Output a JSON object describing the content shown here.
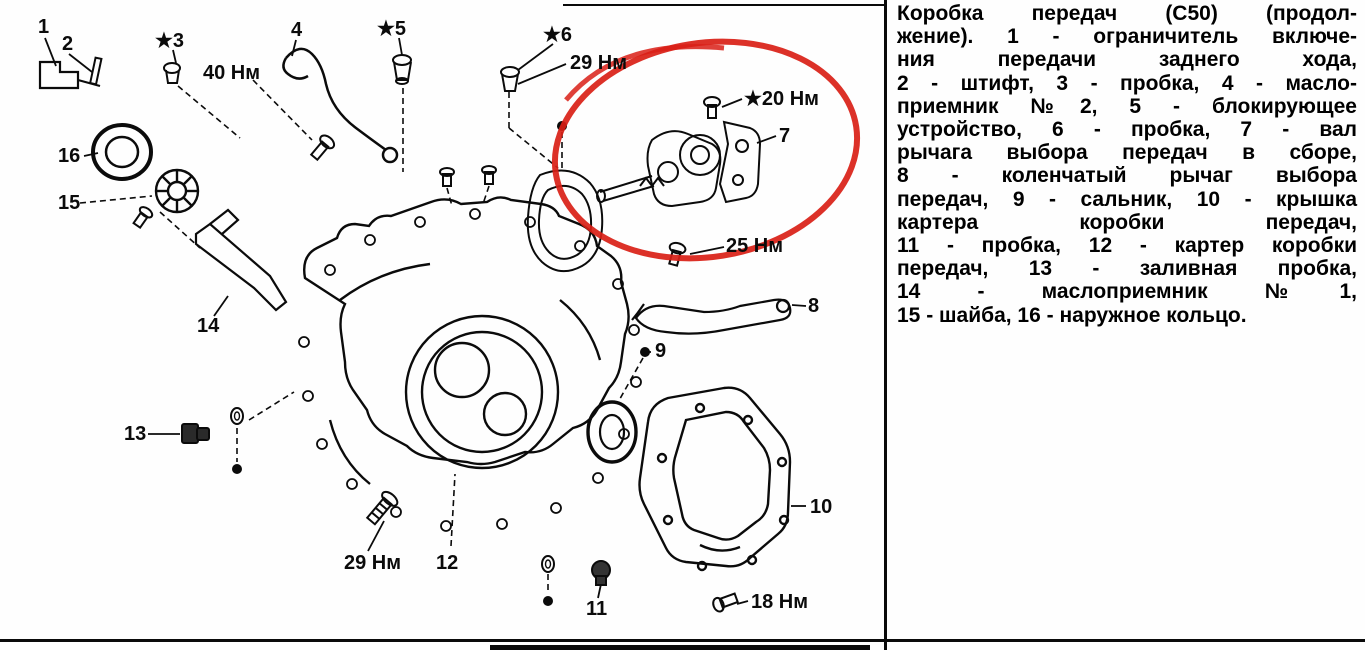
{
  "legend": {
    "lines": [
      "Коробка передач (С50) (продол-",
      "жение). 1 - ограничитель включе-",
      "ния передачи заднего хода,",
      "2 - штифт, 3 - пробка, 4 - масло-",
      "приемник №2, 5 - блокирующее",
      "устройство, 6 - пробка, 7 - вал",
      "рычага выбора передач в сборе,",
      "8 - коленчатый рычаг выбора",
      "передач, 9 - сальник, 10 - крышка",
      "картера коробки передач,",
      "11 - пробка, 12 - картер коробки",
      "передач, 13 - заливная пробка,",
      "14 - маслоприемник №1,",
      "15 - шайба, 16 - наружное кольцо."
    ]
  },
  "callouts": {
    "n1": "1",
    "n2": "2",
    "n3": "★3",
    "t40": "40 Нм",
    "n4": "4",
    "n5": "★5",
    "n6": "★6",
    "t29a": "29 Нм",
    "t20": "★20 Нм",
    "n7": "7",
    "n16": "16",
    "n15": "15",
    "t25": "25 Нм",
    "n8": "8",
    "n9": "9",
    "n14": "14",
    "n13": "13",
    "t29b": "29 Нм",
    "n12": "12",
    "n11": "11",
    "n10": "10",
    "t18": "18 Нм"
  },
  "colors": {
    "highlight_red": "#d91f16",
    "ink": "#0b0b0b",
    "paper": "#fefefe"
  }
}
